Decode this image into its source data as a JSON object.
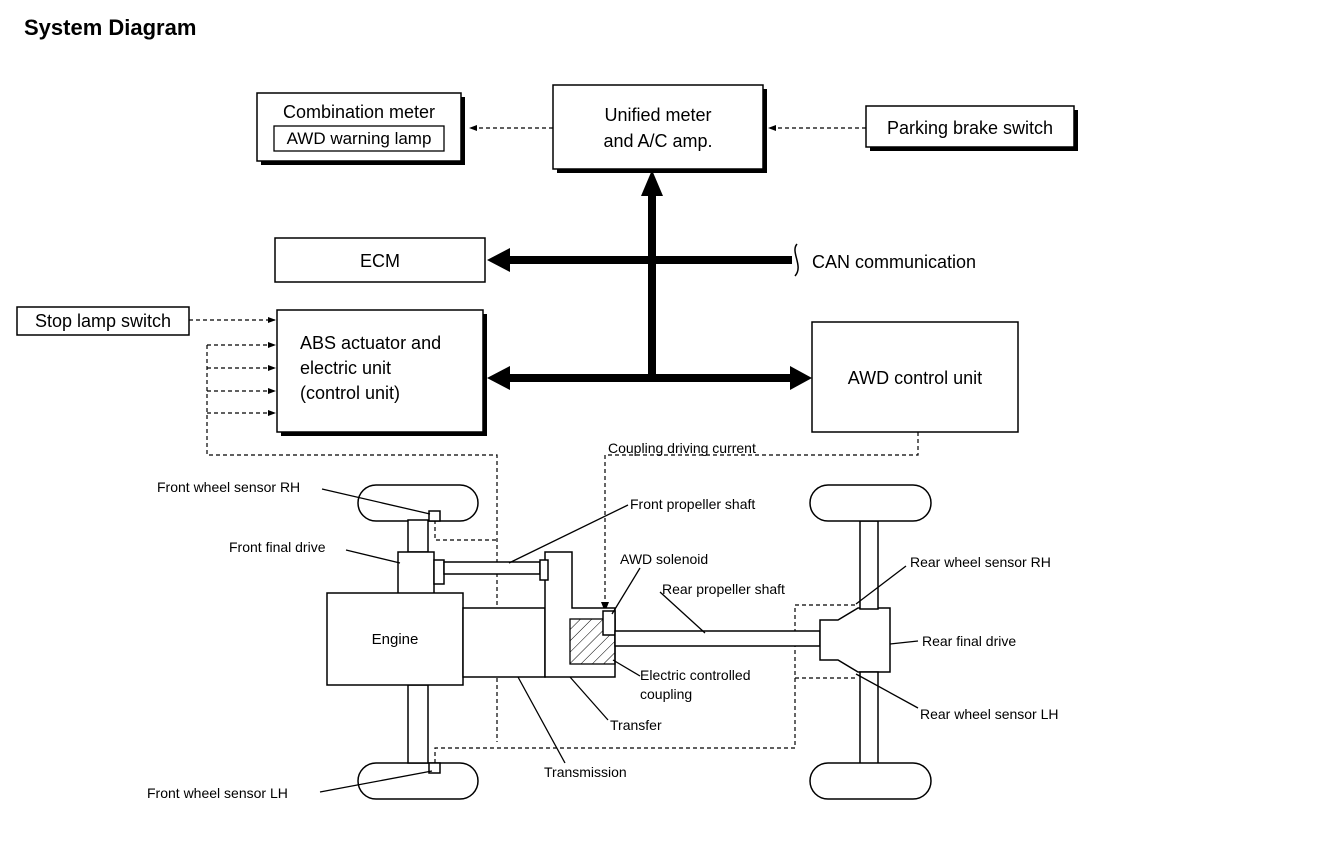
{
  "title": "System Diagram",
  "boxes": {
    "combination_meter": "Combination meter",
    "awd_warning_lamp": "AWD warning lamp",
    "unified_meter_1": "Unified meter",
    "unified_meter_2": "and A/C amp.",
    "parking_brake_switch": "Parking brake switch",
    "ecm": "ECM",
    "can_communication": "CAN communication",
    "stop_lamp_switch": "Stop lamp switch",
    "abs_1": "ABS actuator and",
    "abs_2": "electric unit",
    "abs_3": "(control unit)",
    "awd_control_unit": "AWD control unit",
    "engine": "Engine"
  },
  "labels": {
    "coupling_driving_current": "Coupling driving current",
    "front_wheel_sensor_rh": "Front wheel sensor RH",
    "front_propeller_shaft": "Front propeller shaft",
    "front_final_drive": "Front final drive",
    "awd_solenoid": "AWD solenoid",
    "rear_wheel_sensor_rh": "Rear wheel sensor RH",
    "rear_propeller_shaft": "Rear propeller shaft",
    "rear_final_drive": "Rear final drive",
    "electric_controlled_coupling_1": "Electric controlled",
    "electric_controlled_coupling_2": "coupling",
    "rear_wheel_sensor_lh": "Rear wheel sensor LH",
    "transfer": "Transfer",
    "transmission": "Transmission",
    "front_wheel_sensor_lh": "Front wheel sensor LH"
  }
}
